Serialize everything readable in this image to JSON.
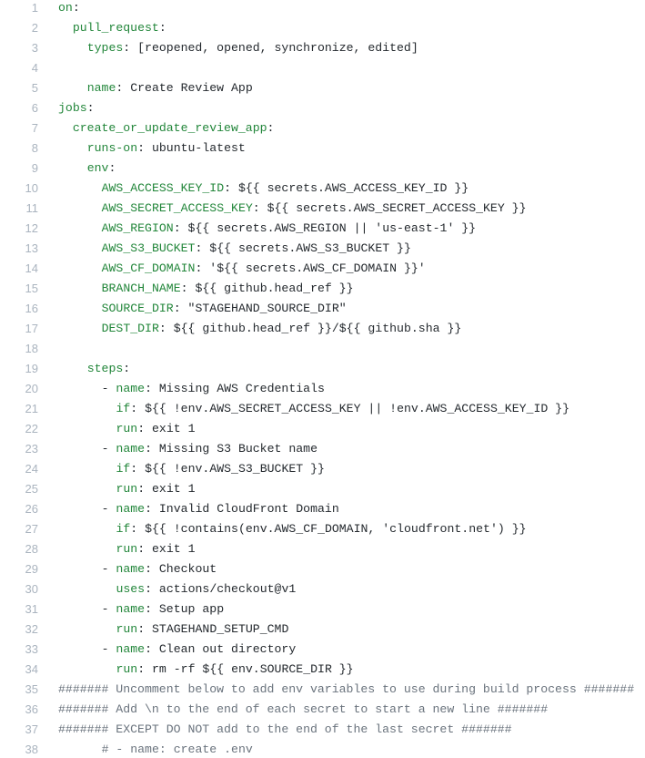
{
  "editor": {
    "lines": [
      {
        "number": "1",
        "key": "on",
        "text": ":",
        "indent": 0
      },
      {
        "number": "2",
        "key": "pull_request",
        "text": ":",
        "indent": 2
      },
      {
        "number": "3",
        "key": "types",
        "text": ": [reopened, opened, synchronize, edited]",
        "indent": 4
      },
      {
        "number": "4",
        "key": "",
        "text": "",
        "indent": 0
      },
      {
        "number": "5",
        "key": "name",
        "text": ": Create Review App",
        "indent": 4
      },
      {
        "number": "6",
        "key": "jobs",
        "text": ":",
        "indent": 0
      },
      {
        "number": "7",
        "key": "create_or_update_review_app",
        "text": ":",
        "indent": 2
      },
      {
        "number": "8",
        "key": "runs-on",
        "text": ": ubuntu-latest",
        "indent": 4
      },
      {
        "number": "9",
        "key": "env",
        "text": ":",
        "indent": 4
      },
      {
        "number": "10",
        "key": "AWS_ACCESS_KEY_ID",
        "text": ": ${{ secrets.AWS_ACCESS_KEY_ID }}",
        "indent": 6
      },
      {
        "number": "11",
        "key": "AWS_SECRET_ACCESS_KEY",
        "text": ": ${{ secrets.AWS_SECRET_ACCESS_KEY }}",
        "indent": 6
      },
      {
        "number": "12",
        "key": "AWS_REGION",
        "text": ": ${{ secrets.AWS_REGION || 'us-east-1' }}",
        "indent": 6
      },
      {
        "number": "13",
        "key": "AWS_S3_BUCKET",
        "text": ": ${{ secrets.AWS_S3_BUCKET }}",
        "indent": 6
      },
      {
        "number": "14",
        "key": "AWS_CF_DOMAIN",
        "text": ": '${{ secrets.AWS_CF_DOMAIN }}'",
        "indent": 6
      },
      {
        "number": "15",
        "key": "BRANCH_NAME",
        "text": ": ${{ github.head_ref }}",
        "indent": 6
      },
      {
        "number": "16",
        "key": "SOURCE_DIR",
        "text": ": \"STAGEHAND_SOURCE_DIR\"",
        "indent": 6
      },
      {
        "number": "17",
        "key": "DEST_DIR",
        "text": ": ${{ github.head_ref }}/${{ github.sha }}",
        "indent": 6
      },
      {
        "number": "18",
        "key": "",
        "text": "",
        "indent": 0
      },
      {
        "number": "19",
        "key": "steps",
        "text": ":",
        "indent": 4
      },
      {
        "number": "20",
        "prefix": "- ",
        "key": "name",
        "text": ": Missing AWS Credentials",
        "indent": 6
      },
      {
        "number": "21",
        "key": "if",
        "text": ": ${{ !env.AWS_SECRET_ACCESS_KEY || !env.AWS_ACCESS_KEY_ID }}",
        "indent": 8
      },
      {
        "number": "22",
        "key": "run",
        "text": ": exit 1",
        "indent": 8
      },
      {
        "number": "23",
        "prefix": "- ",
        "key": "name",
        "text": ": Missing S3 Bucket name",
        "indent": 6
      },
      {
        "number": "24",
        "key": "if",
        "text": ": ${{ !env.AWS_S3_BUCKET }}",
        "indent": 8
      },
      {
        "number": "25",
        "key": "run",
        "text": ": exit 1",
        "indent": 8
      },
      {
        "number": "26",
        "prefix": "- ",
        "key": "name",
        "text": ": Invalid CloudFront Domain",
        "indent": 6
      },
      {
        "number": "27",
        "key": "if",
        "text": ": ${{ !contains(env.AWS_CF_DOMAIN, 'cloudfront.net') }}",
        "indent": 8
      },
      {
        "number": "28",
        "key": "run",
        "text": ": exit 1",
        "indent": 8
      },
      {
        "number": "29",
        "prefix": "- ",
        "key": "name",
        "text": ": Checkout",
        "indent": 6
      },
      {
        "number": "30",
        "key": "uses",
        "text": ": actions/checkout@v1",
        "indent": 8
      },
      {
        "number": "31",
        "prefix": "- ",
        "key": "name",
        "text": ": Setup app",
        "indent": 6
      },
      {
        "number": "32",
        "key": "run",
        "text": ": STAGEHAND_SETUP_CMD",
        "indent": 8
      },
      {
        "number": "33",
        "prefix": "- ",
        "key": "name",
        "text": ": Clean out directory",
        "indent": 6
      },
      {
        "number": "34",
        "key": "run",
        "text": ": rm -rf ${{ env.SOURCE_DIR }}",
        "indent": 8
      },
      {
        "number": "35",
        "comment": "####### Uncomment below to add env variables to use during build process #######",
        "indent": 0
      },
      {
        "number": "36",
        "comment": "####### Add \\n to the end of each secret to start a new line #######",
        "indent": 0
      },
      {
        "number": "37",
        "comment": "####### EXCEPT DO NOT add to the end of the last secret #######",
        "indent": 0
      },
      {
        "number": "38",
        "comment": "# - name: create .env",
        "indent": 6
      }
    ]
  },
  "colors": {
    "line_number": "#aab4bf",
    "key": "#22863a",
    "text": "#24292e",
    "comment": "#6a737d"
  }
}
